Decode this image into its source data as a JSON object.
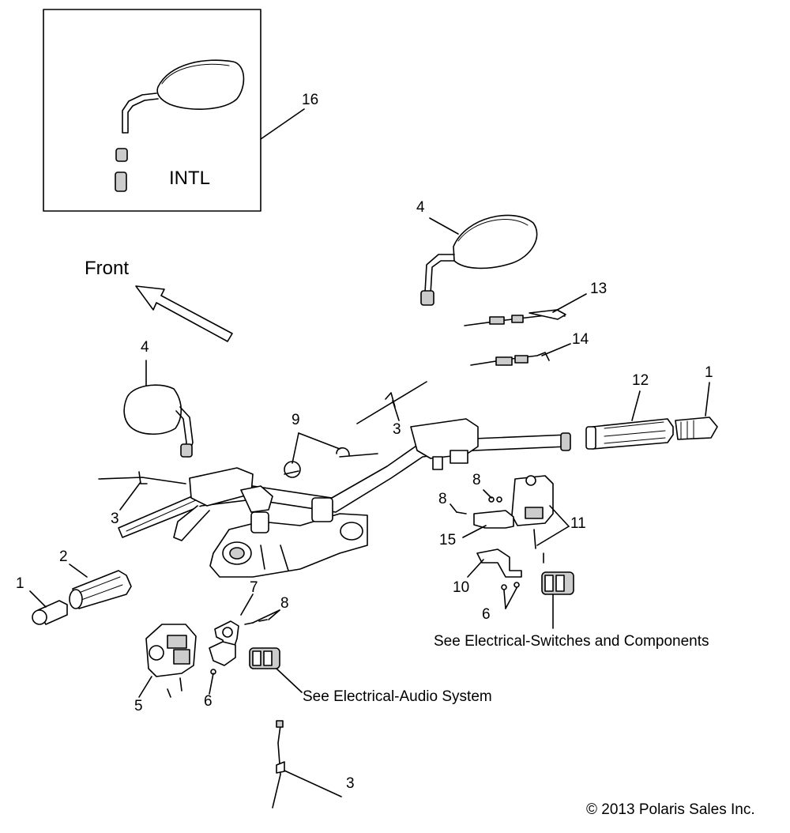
{
  "inset": {
    "label": "INTL",
    "callout": "16"
  },
  "direction_label": "Front",
  "callouts": {
    "c1_left": "1",
    "c1_right": "1",
    "c2": "2",
    "c3_left": "3",
    "c3_top": "3",
    "c3_bottom": "3",
    "c4_top": "4",
    "c4_left": "4",
    "c5": "5",
    "c6_left": "6",
    "c6_right": "6",
    "c7": "7",
    "c8_left": "8",
    "c8_mid": "8",
    "c8_right": "8",
    "c9": "9",
    "c10": "10",
    "c11": "11",
    "c12": "12",
    "c13": "13",
    "c14": "14",
    "c15": "15"
  },
  "notes": {
    "switches": "See Electrical-Switches and Components",
    "audio": "See Electrical-Audio System"
  },
  "copyright": "© 2013 Polaris Sales Inc.",
  "colors": {
    "line": "#000000",
    "fill": "#ffffff",
    "shade": "#bdbdbd"
  }
}
